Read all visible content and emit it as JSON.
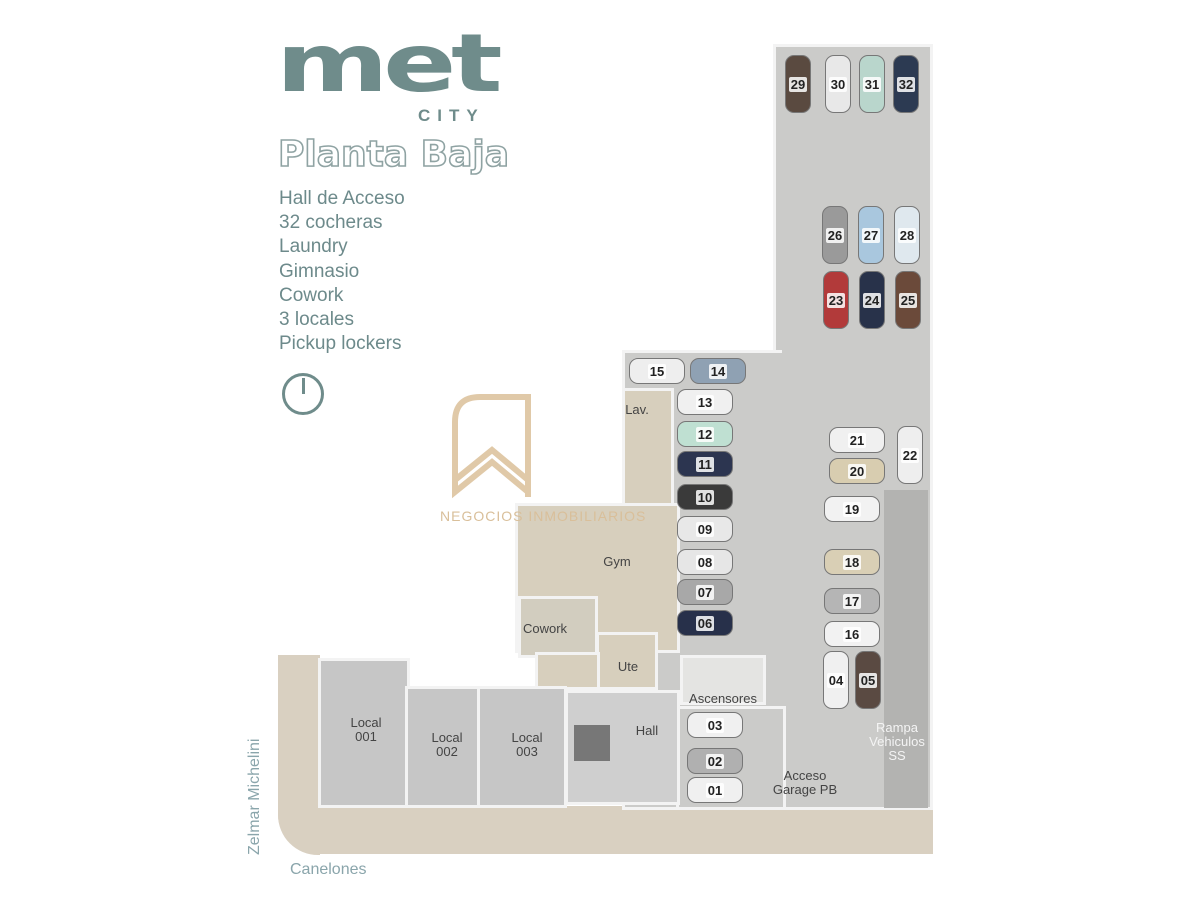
{
  "header": {
    "logo": "met",
    "logo_sub": "CITY",
    "title": "Planta Baja"
  },
  "features": [
    "Hall de Acceso",
    "32 cocheras",
    "Laundry",
    "Gimnasio",
    "Cowork",
    "3 locales",
    "Pickup lockers"
  ],
  "rooms": {
    "lav": "Lav.",
    "gym": "Gym",
    "cowork": "Cowork",
    "ute": "Ute",
    "ascensores": "Ascensores",
    "hall": "Hall",
    "local1": "Local\n001",
    "local2": "Local\n002",
    "local3": "Local\n003",
    "acceso": "Acceso\nGarage PB",
    "rampa": "Rampa\nVehiculos\nSS"
  },
  "streets": {
    "side": "Zelmar Michelini",
    "bottom": "Canelones"
  },
  "watermark": "NEGOCIOS INMOBILIARIOS",
  "cars": [
    {
      "n": "29",
      "c": "#5a4a40"
    },
    {
      "n": "30",
      "c": "#e8e8e8"
    },
    {
      "n": "31",
      "c": "#b9d6cc"
    },
    {
      "n": "32",
      "c": "#2c3a52"
    },
    {
      "n": "26",
      "c": "#9a9a9a"
    },
    {
      "n": "27",
      "c": "#a9c7de"
    },
    {
      "n": "28",
      "c": "#dfe8ee"
    },
    {
      "n": "23",
      "c": "#b23a3a"
    },
    {
      "n": "24",
      "c": "#28324a"
    },
    {
      "n": "25",
      "c": "#6b4a3a"
    },
    {
      "n": "15",
      "c": "#eeeeee"
    },
    {
      "n": "14",
      "c": "#8fa1b3"
    },
    {
      "n": "13",
      "c": "#f0f0f0"
    },
    {
      "n": "12",
      "c": "#bfe0d2"
    },
    {
      "n": "11",
      "c": "#2c3550"
    },
    {
      "n": "10",
      "c": "#3a3a3a"
    },
    {
      "n": "09",
      "c": "#e8e8e8"
    },
    {
      "n": "08",
      "c": "#e6e6e6"
    },
    {
      "n": "07",
      "c": "#a8a8a8"
    },
    {
      "n": "06",
      "c": "#27304a"
    },
    {
      "n": "21",
      "c": "#f0f0f0"
    },
    {
      "n": "20",
      "c": "#d8cdb0"
    },
    {
      "n": "22",
      "c": "#eeeeee"
    },
    {
      "n": "19",
      "c": "#f2f2f2"
    },
    {
      "n": "18",
      "c": "#d9cfb5"
    },
    {
      "n": "17",
      "c": "#b5b5b5"
    },
    {
      "n": "16",
      "c": "#f2f2f2"
    },
    {
      "n": "04",
      "c": "#f0f0f0"
    },
    {
      "n": "05",
      "c": "#5a4a42"
    },
    {
      "n": "03",
      "c": "#f0f0f0"
    },
    {
      "n": "02",
      "c": "#b0b0b0"
    },
    {
      "n": "01",
      "c": "#f0f0f0"
    }
  ]
}
